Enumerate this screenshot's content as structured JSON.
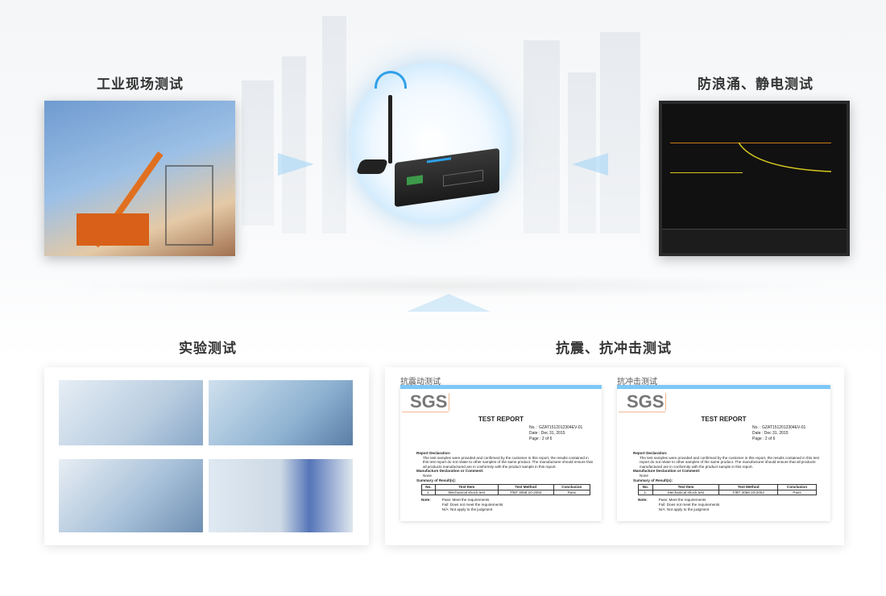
{
  "sections": {
    "field_test": "工业现场测试",
    "surge_esd_test": "防浪涌、静电测试",
    "lab_test": "实验测试",
    "vibration_shock_test": "抗震、抗冲击测试"
  },
  "reports": [
    {
      "label": "抗震动测试",
      "logo": "SGS",
      "title": "TEST REPORT",
      "no": "No. : GZAT1512012304EV-01",
      "date": "Date : Dec 31, 2015",
      "page": "Page : 2 of 6",
      "decl_heading": "Report Declaration:",
      "decl_text": "The test samples were provided and confirmed by the customer in this report, the results contained in this test report do not relate to other samples of the same product. The manufacturer should ensure that all products manufactured are in conformity with the product sample in this report.",
      "manu_heading": "Manufacture Declaration or Comment:",
      "manu_text": "None",
      "summary_heading": "Summary of Result(s):",
      "columns": [
        "No.",
        "Test Item",
        "Test Method",
        "Conclusion"
      ],
      "row": [
        "1.",
        "Mechanical shock test",
        "T/BT 3058.10-2002",
        "Pass"
      ],
      "note_label": "Note:",
      "notes": [
        "Pass: Meet the requirements",
        "Fail: Does not meet the requirements",
        "N/A: Not apply to the judgment"
      ]
    },
    {
      "label": "抗冲击测试",
      "logo": "SGS",
      "title": "TEST REPORT",
      "no": "No. : GZAT1512012304EV-01",
      "date": "Date : Dec 31, 2015",
      "page": "Page : 2 of 6",
      "decl_heading": "Report Declaration:",
      "decl_text": "The test samples were provided and confirmed by the customer in this report, the results contained in this test report do not relate to other samples of the same product. The manufacturer should ensure that all products manufactured are in conformity with the product sample in this report.",
      "manu_heading": "Manufacture Declaration or Comment:",
      "manu_text": "None",
      "summary_heading": "Summary of Result(s):",
      "columns": [
        "No.",
        "Test Item",
        "Test Method",
        "Conclusion"
      ],
      "row": [
        "1.",
        "Mechanical shock test",
        "T/BT 3058.10-2002",
        "Pass"
      ],
      "note_label": "Note:",
      "notes": [
        "Pass: Meet the requirements",
        "Fail: Does not meet the requirements",
        "N/A: Not apply to the judgment"
      ]
    }
  ],
  "colors": {
    "accent": "#7cc8f6",
    "arrow": "#9fd3f5"
  }
}
